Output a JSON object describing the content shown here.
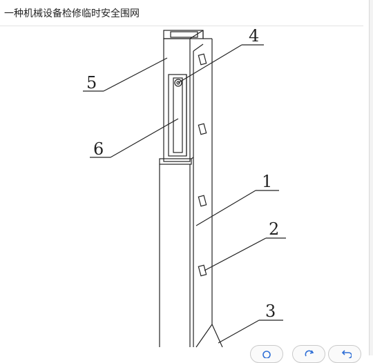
{
  "header": {
    "title": "一种机械设备检修临时安全围网"
  },
  "figure": {
    "callouts": [
      {
        "number": "1"
      },
      {
        "number": "2"
      },
      {
        "number": "3"
      },
      {
        "number": "4"
      },
      {
        "number": "5"
      },
      {
        "number": "6"
      }
    ]
  },
  "toolbar": {
    "buttons": [
      {
        "icon": "zoom-icon"
      },
      {
        "icon": "refresh-icon"
      },
      {
        "icon": "undo-icon"
      }
    ]
  },
  "colors": {
    "line": "#222222",
    "border": "#e3e3e3"
  }
}
